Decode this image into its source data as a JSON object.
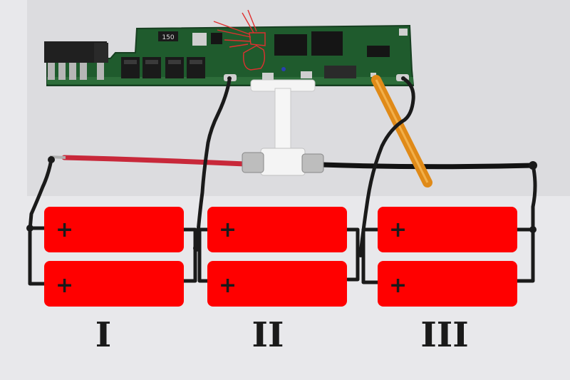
{
  "photo": {
    "background_color": "#e8e8eb",
    "photo_area_color": "#dcdcdf",
    "pcb_color": "#1f5b2d",
    "pcb_label": "150"
  },
  "wires": {
    "red_wire_color": "#c8283a",
    "black_wire_color": "#121212",
    "flex_cable_color": "#e08a18",
    "drawn_line_color": "#1a1a1a",
    "annotation_color": "#e03030"
  },
  "battery_groups": [
    {
      "label": "I",
      "cells": [
        {
          "sign": "+"
        },
        {
          "sign": "+"
        }
      ]
    },
    {
      "label": "II",
      "cells": [
        {
          "sign": "+"
        },
        {
          "sign": "+"
        }
      ]
    },
    {
      "label": "III",
      "cells": [
        {
          "sign": "+"
        },
        {
          "sign": "+"
        }
      ]
    }
  ],
  "battery_color": "#ff0000"
}
